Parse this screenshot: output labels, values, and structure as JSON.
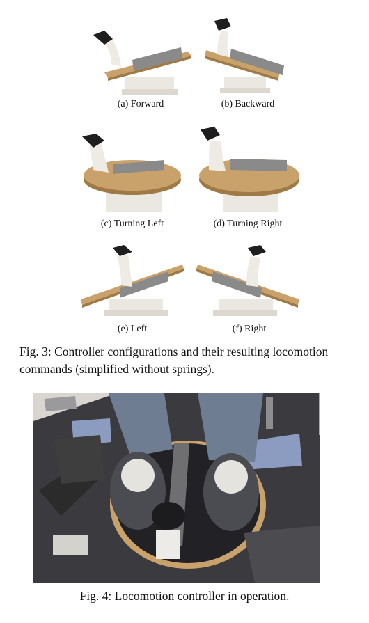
{
  "figure3": {
    "subfigures": [
      {
        "label": "(a) Forward"
      },
      {
        "label": "(b) Backward"
      },
      {
        "label": "(c) Turning Left"
      },
      {
        "label": "(d) Turning Right"
      },
      {
        "label": "(e) Left"
      },
      {
        "label": "(f) Right"
      }
    ],
    "caption": "Fig. 3: Controller configurations and their resulting locomotion commands (simplified without springs)."
  },
  "figure4": {
    "caption": "Fig. 4: Locomotion controller in operation."
  },
  "colors": {
    "wood": "#c9a26b",
    "wood_dark": "#a07a45",
    "plastic": "#e9e6df",
    "metal": "#7e7e7e",
    "controller": "#1e1e1e",
    "floor": "#3b3a3f",
    "denim": "#6f7d92"
  }
}
